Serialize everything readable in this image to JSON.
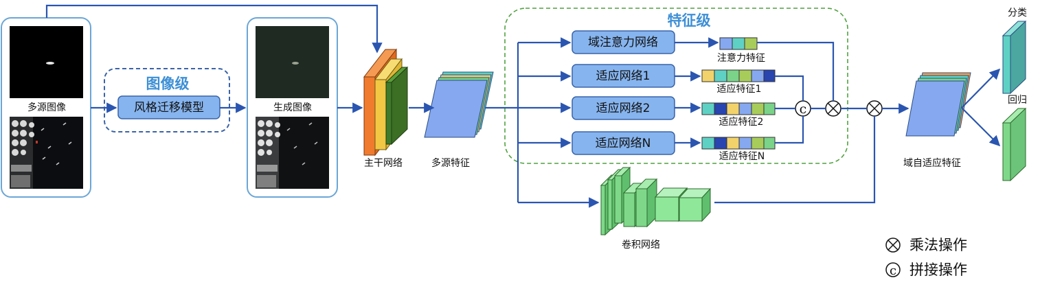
{
  "labels": {
    "multi_source_image": "多源图像",
    "style_transfer_model": "风格迁移模型",
    "image_level": "图像级",
    "generated_image": "生成图像",
    "backbone": "主干网络",
    "multi_source_feature": "多源特征",
    "feature_level": "特征级",
    "domain_attention_net": "域注意力网络",
    "attention_feature": "注意力特征",
    "adapt_net_1": "适应网络1",
    "adapt_net_2": "适应网络2",
    "adapt_net_n": "适应网络N",
    "adapt_feat_1": "适应特征1",
    "adapt_feat_2": "适应特征2",
    "adapt_feat_n": "适应特征N",
    "conv_net": "卷积网络",
    "domain_adaptive_feature": "域自适应特征",
    "classification": "分类",
    "regression": "回归",
    "concat_symbol": "c",
    "legend_multiply": "乘法操作",
    "legend_concat": "拼接操作"
  },
  "colors": {
    "arrow": "#2a55b0",
    "box_fill": "#86b4ee",
    "box_stroke": "#3a63a8",
    "container_blue": "#6aa6d6",
    "container_green": "#4fa13f",
    "title_blue": "#3d8fd6"
  }
}
